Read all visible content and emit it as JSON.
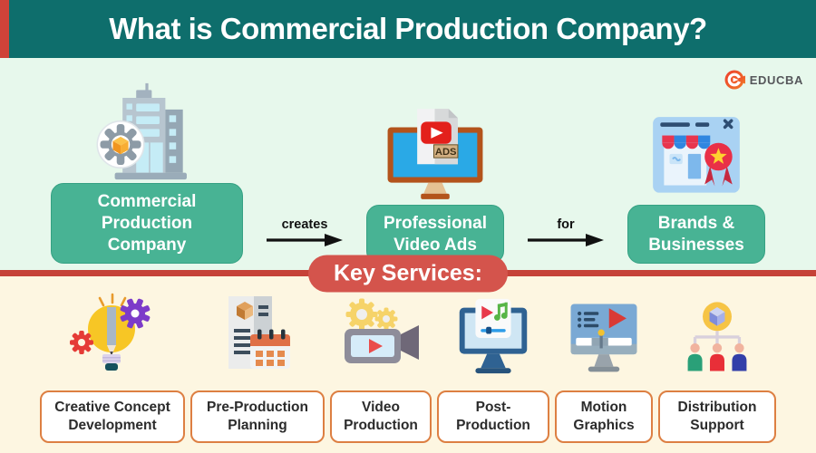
{
  "header": {
    "title": "What is Commercial Production Company?"
  },
  "brand": {
    "name": "EDUCBA"
  },
  "flow": {
    "nodes": [
      {
        "label": "Commercial Production Company",
        "icon": "building-gear-icon"
      },
      {
        "label": "Professional Video Ads",
        "icon": "monitor-video-ads-icon",
        "badge": "ADS"
      },
      {
        "label": "Brands & Businesses",
        "icon": "storefront-award-icon"
      }
    ],
    "connectors": [
      {
        "label": "creates"
      },
      {
        "label": "for"
      }
    ]
  },
  "services": {
    "heading": "Key Services:",
    "items": [
      {
        "label": "Creative Concept Development",
        "icon": "idea-bulb-icon"
      },
      {
        "label": "Pre-Production Planning",
        "icon": "document-calendar-icon"
      },
      {
        "label": "Video Production",
        "icon": "video-camera-icon"
      },
      {
        "label": "Post-Production",
        "icon": "editing-monitor-icon"
      },
      {
        "label": "Motion Graphics",
        "icon": "motion-graphics-monitor-icon"
      },
      {
        "label": "Distribution Support",
        "icon": "distribution-network-icon"
      }
    ]
  },
  "colors": {
    "header_bg": "#0e6e6c",
    "accent_red": "#cf4339",
    "divider_red": "#c64238",
    "badge_bg": "#d4544c",
    "mint_bg": "#e7f8ec",
    "cream_bg": "#fdf6e1",
    "node_button": "#48b394",
    "service_border": "#dd7f42"
  }
}
